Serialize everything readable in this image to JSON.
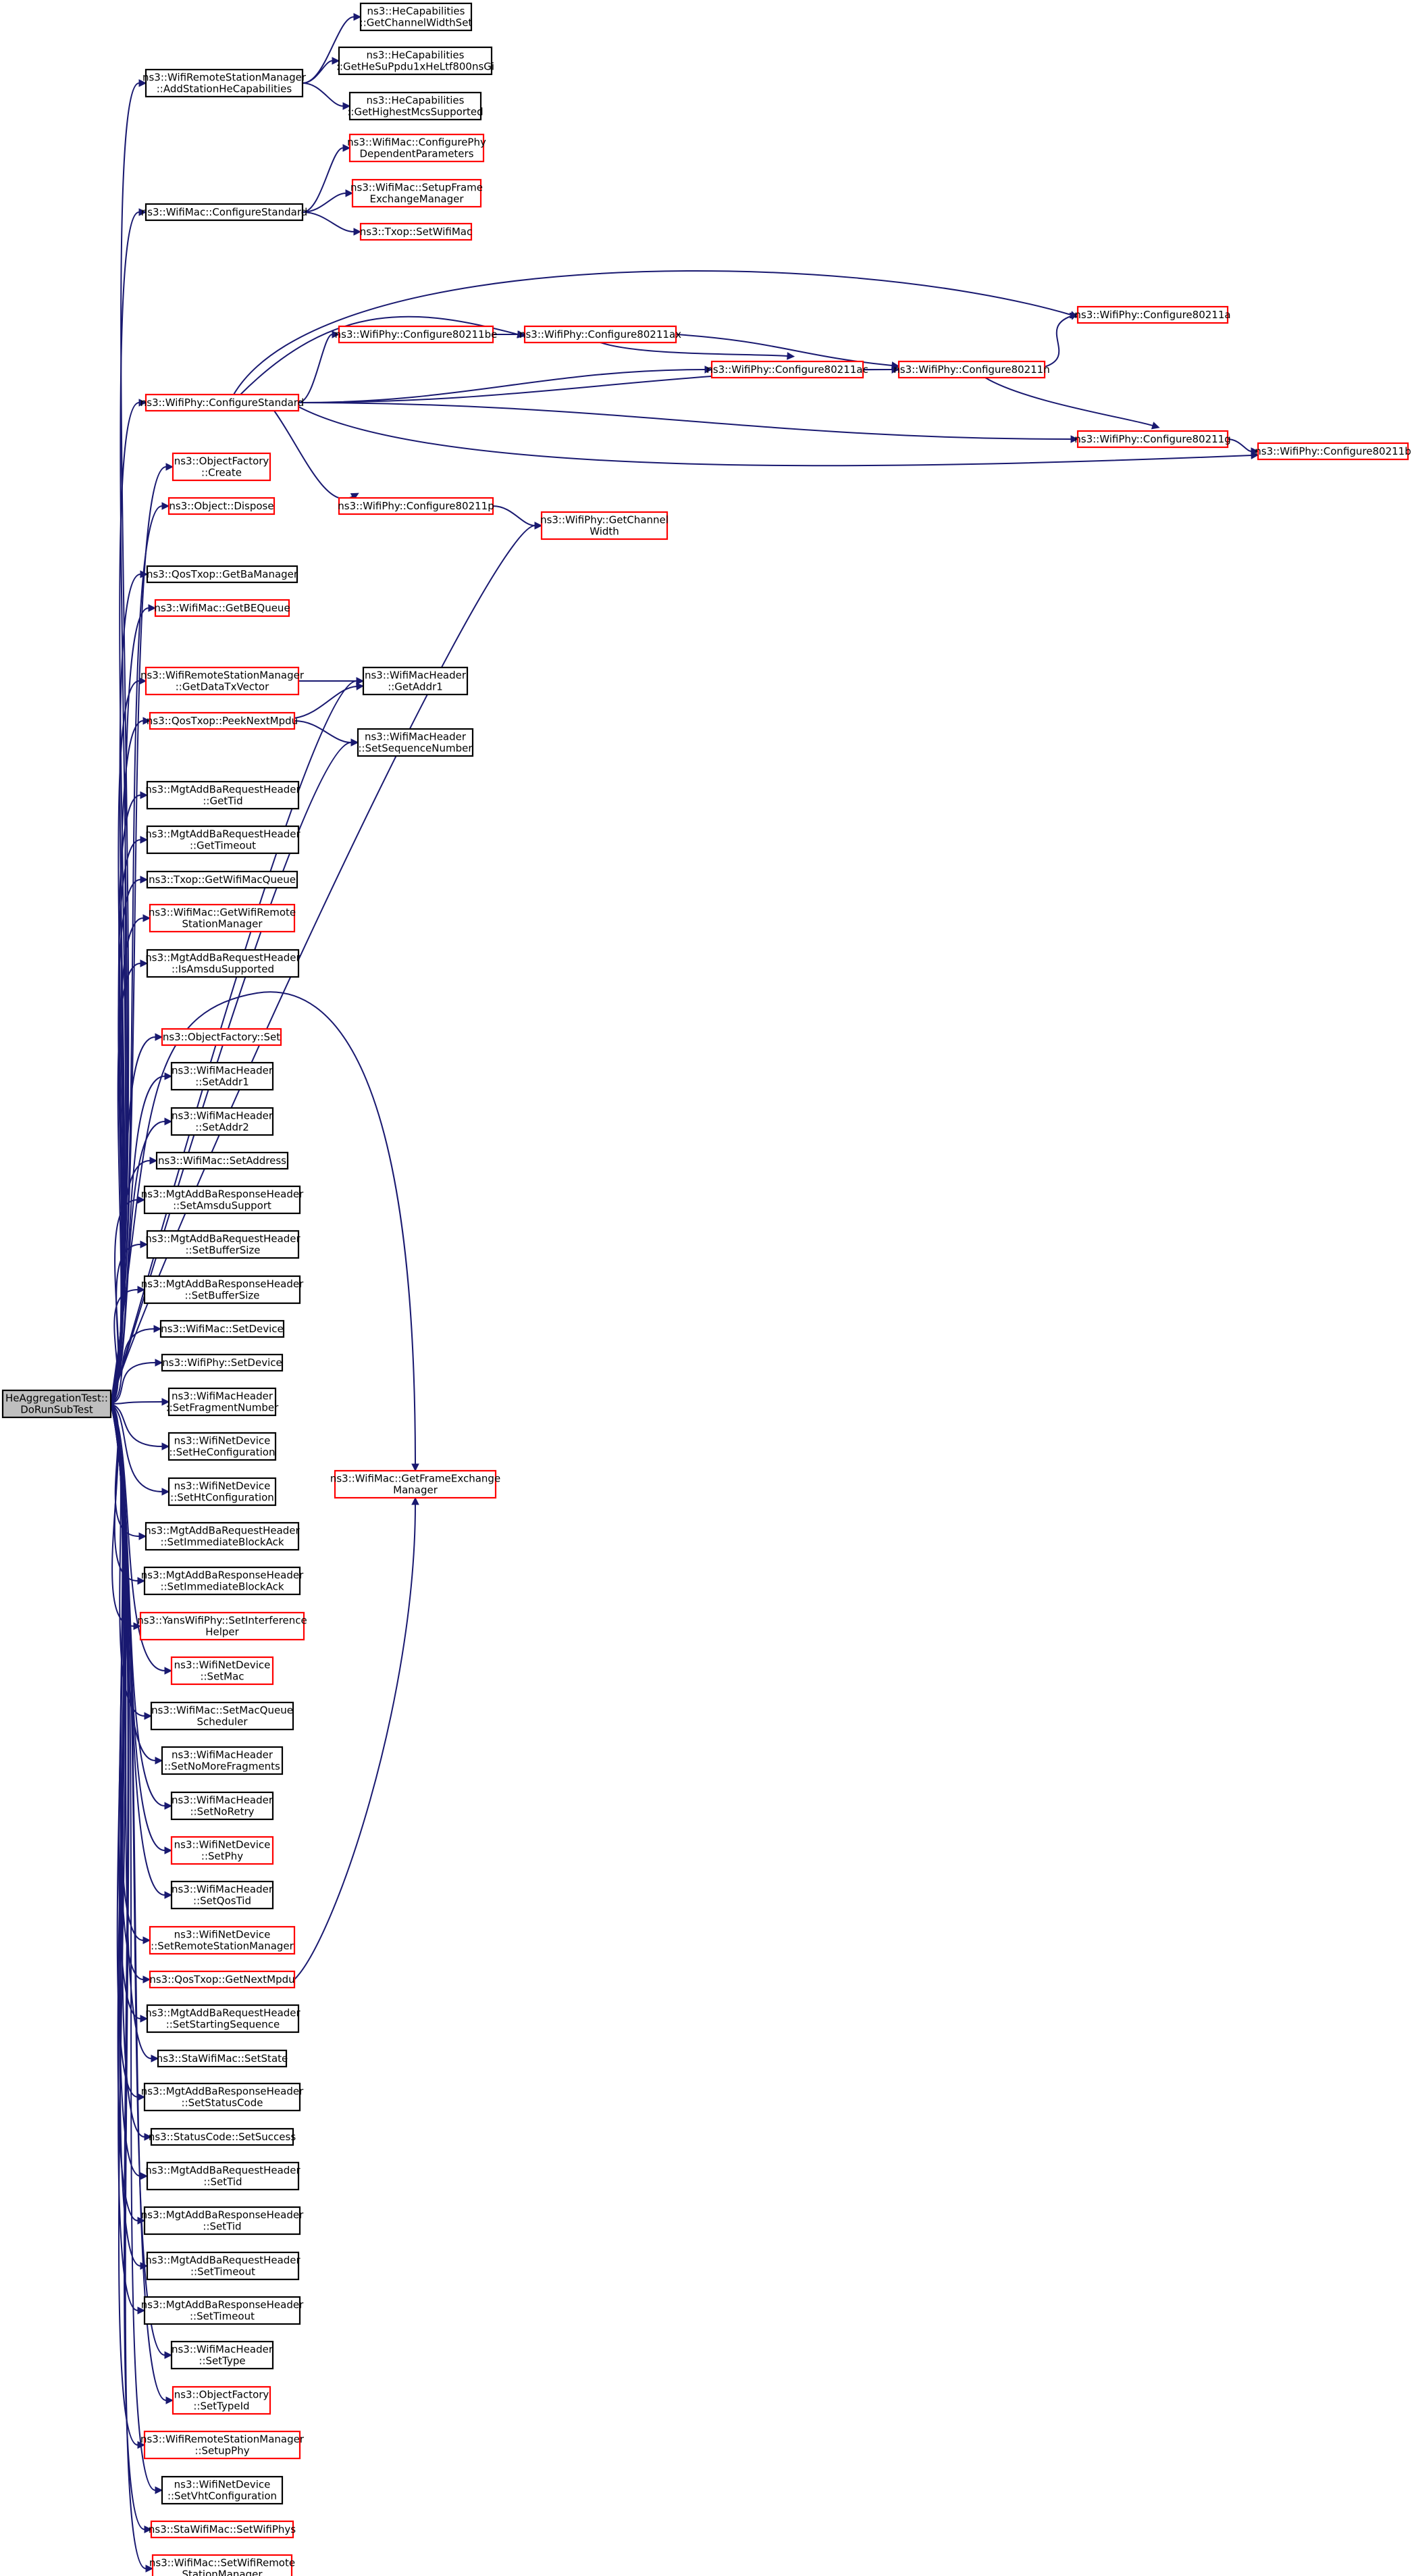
{
  "colors": {
    "edge": "#191970",
    "box_plain": "#000000",
    "box_red": "#ff0000",
    "root_fill": "#bfbfbf"
  },
  "nodes": [
    {
      "id": "root",
      "lines": [
        "HeAggregationTest::",
        "DoRunSubTest"
      ],
      "color": "root"
    },
    {
      "id": "n1",
      "lines": [
        "ns3::HeCapabilities",
        "::GetChannelWidthSet"
      ],
      "color": "black"
    },
    {
      "id": "n2",
      "lines": [
        "ns3::WifiRemoteStationManager",
        "::AddStationHeCapabilities"
      ],
      "color": "black"
    },
    {
      "id": "n3",
      "lines": [
        "ns3::HeCapabilities",
        "::GetHeSuPpdu1xHeLtf800nsGi"
      ],
      "color": "black"
    },
    {
      "id": "n4",
      "lines": [
        "ns3::HeCapabilities",
        "::GetHighestMcsSupported"
      ],
      "color": "black"
    },
    {
      "id": "n5",
      "lines": [
        "ns3::WifiMac::ConfigurePhy",
        "DependentParameters"
      ],
      "color": "red"
    },
    {
      "id": "n6",
      "lines": [
        "ns3::WifiMac::ConfigureStandard"
      ],
      "color": "black"
    },
    {
      "id": "n7",
      "lines": [
        "ns3::WifiMac::SetupFrame",
        "ExchangeManager"
      ],
      "color": "red"
    },
    {
      "id": "n8",
      "lines": [
        "ns3::Txop::SetWifiMac"
      ],
      "color": "red"
    },
    {
      "id": "n9",
      "lines": [
        "ns3::WifiPhy::Configure80211a"
      ],
      "color": "red"
    },
    {
      "id": "n10",
      "lines": [
        "ns3::WifiPhy::Configure80211be"
      ],
      "color": "red"
    },
    {
      "id": "n11",
      "lines": [
        "ns3::WifiPhy::Configure80211ax"
      ],
      "color": "red"
    },
    {
      "id": "n12",
      "lines": [
        "ns3::WifiPhy::Configure80211ac"
      ],
      "color": "red"
    },
    {
      "id": "n13",
      "lines": [
        "ns3::WifiPhy::Configure80211n"
      ],
      "color": "red"
    },
    {
      "id": "n14",
      "lines": [
        "ns3::WifiPhy::ConfigureStandard"
      ],
      "color": "red"
    },
    {
      "id": "n15",
      "lines": [
        "ns3::WifiPhy::Configure80211g"
      ],
      "color": "red"
    },
    {
      "id": "n16",
      "lines": [
        "ns3::WifiPhy::Configure80211b"
      ],
      "color": "red"
    },
    {
      "id": "n17",
      "lines": [
        "ns3::ObjectFactory",
        "::Create"
      ],
      "color": "red"
    },
    {
      "id": "n18",
      "lines": [
        "ns3::Object::Dispose"
      ],
      "color": "red"
    },
    {
      "id": "n19",
      "lines": [
        "ns3::WifiPhy::Configure80211p"
      ],
      "color": "red"
    },
    {
      "id": "n20",
      "lines": [
        "ns3::WifiPhy::GetChannel",
        "Width"
      ],
      "color": "red"
    },
    {
      "id": "n21",
      "lines": [
        "ns3::QosTxop::GetBaManager"
      ],
      "color": "black"
    },
    {
      "id": "n22",
      "lines": [
        "ns3::WifiMac::GetBEQueue"
      ],
      "color": "red"
    },
    {
      "id": "n23",
      "lines": [
        "ns3::WifiRemoteStationManager",
        "::GetDataTxVector"
      ],
      "color": "red"
    },
    {
      "id": "n24",
      "lines": [
        "ns3::WifiMacHeader",
        "::GetAddr1"
      ],
      "color": "black"
    },
    {
      "id": "n25",
      "lines": [
        "ns3::QosTxop::PeekNextMpdu"
      ],
      "color": "red"
    },
    {
      "id": "n26",
      "lines": [
        "ns3::WifiMacHeader",
        "::SetSequenceNumber"
      ],
      "color": "black"
    },
    {
      "id": "n27",
      "lines": [
        "ns3::MgtAddBaRequestHeader",
        "::GetTid"
      ],
      "color": "black"
    },
    {
      "id": "n28",
      "lines": [
        "ns3::MgtAddBaRequestHeader",
        "::GetTimeout"
      ],
      "color": "black"
    },
    {
      "id": "n29",
      "lines": [
        "ns3::Txop::GetWifiMacQueue"
      ],
      "color": "black"
    },
    {
      "id": "n30",
      "lines": [
        "ns3::WifiMac::GetWifiRemote",
        "StationManager"
      ],
      "color": "red"
    },
    {
      "id": "n31",
      "lines": [
        "ns3::MgtAddBaRequestHeader",
        "::IsAmsduSupported"
      ],
      "color": "black"
    },
    {
      "id": "n32",
      "lines": [
        "ns3::ObjectFactory::Set"
      ],
      "color": "red"
    },
    {
      "id": "n33",
      "lines": [
        "ns3::WifiMacHeader",
        "::SetAddr1"
      ],
      "color": "black"
    },
    {
      "id": "n34",
      "lines": [
        "ns3::WifiMacHeader",
        "::SetAddr2"
      ],
      "color": "black"
    },
    {
      "id": "n35",
      "lines": [
        "ns3::WifiMac::SetAddress"
      ],
      "color": "black"
    },
    {
      "id": "n36",
      "lines": [
        "ns3::MgtAddBaResponseHeader",
        "::SetAmsduSupport"
      ],
      "color": "black"
    },
    {
      "id": "n37",
      "lines": [
        "ns3::MgtAddBaRequestHeader",
        "::SetBufferSize"
      ],
      "color": "black"
    },
    {
      "id": "n38",
      "lines": [
        "ns3::MgtAddBaResponseHeader",
        "::SetBufferSize"
      ],
      "color": "black"
    },
    {
      "id": "n39",
      "lines": [
        "ns3::WifiMac::SetDevice"
      ],
      "color": "black"
    },
    {
      "id": "n40",
      "lines": [
        "ns3::WifiPhy::SetDevice"
      ],
      "color": "black"
    },
    {
      "id": "n41",
      "lines": [
        "ns3::WifiMacHeader",
        "::SetFragmentNumber"
      ],
      "color": "black"
    },
    {
      "id": "n42",
      "lines": [
        "ns3::WifiNetDevice",
        "::SetHeConfiguration"
      ],
      "color": "black"
    },
    {
      "id": "n43",
      "lines": [
        "ns3::WifiMac::GetFrameExchange",
        "Manager"
      ],
      "color": "red"
    },
    {
      "id": "n44",
      "lines": [
        "ns3::WifiNetDevice",
        "::SetHtConfiguration"
      ],
      "color": "black"
    },
    {
      "id": "n45",
      "lines": [
        "ns3::MgtAddBaRequestHeader",
        "::SetImmediateBlockAck"
      ],
      "color": "black"
    },
    {
      "id": "n46",
      "lines": [
        "ns3::MgtAddBaResponseHeader",
        "::SetImmediateBlockAck"
      ],
      "color": "black"
    },
    {
      "id": "n47",
      "lines": [
        "ns3::YansWifiPhy::SetInterference",
        "Helper"
      ],
      "color": "red"
    },
    {
      "id": "n48",
      "lines": [
        "ns3::WifiNetDevice",
        "::SetMac"
      ],
      "color": "red"
    },
    {
      "id": "n49",
      "lines": [
        "ns3::WifiMac::SetMacQueue",
        "Scheduler"
      ],
      "color": "black"
    },
    {
      "id": "n50",
      "lines": [
        "ns3::WifiMacHeader",
        "::SetNoMoreFragments"
      ],
      "color": "black"
    },
    {
      "id": "n51",
      "lines": [
        "ns3::WifiMacHeader",
        "::SetNoRetry"
      ],
      "color": "black"
    },
    {
      "id": "n52",
      "lines": [
        "ns3::WifiNetDevice",
        "::SetPhy"
      ],
      "color": "red"
    },
    {
      "id": "n53",
      "lines": [
        "ns3::WifiMacHeader",
        "::SetQosTid"
      ],
      "color": "black"
    },
    {
      "id": "n54",
      "lines": [
        "ns3::WifiNetDevice",
        "::SetRemoteStationManager"
      ],
      "color": "red"
    },
    {
      "id": "n55",
      "lines": [
        "ns3::QosTxop::GetNextMpdu"
      ],
      "color": "red"
    },
    {
      "id": "n56",
      "lines": [
        "ns3::MgtAddBaRequestHeader",
        "::SetStartingSequence"
      ],
      "color": "black"
    },
    {
      "id": "n57",
      "lines": [
        "ns3::StaWifiMac::SetState"
      ],
      "color": "black"
    },
    {
      "id": "n58",
      "lines": [
        "ns3::MgtAddBaResponseHeader",
        "::SetStatusCode"
      ],
      "color": "black"
    },
    {
      "id": "n59",
      "lines": [
        "ns3::StatusCode::SetSuccess"
      ],
      "color": "black"
    },
    {
      "id": "n60",
      "lines": [
        "ns3::MgtAddBaRequestHeader",
        "::SetTid"
      ],
      "color": "black"
    },
    {
      "id": "n61",
      "lines": [
        "ns3::MgtAddBaResponseHeader",
        "::SetTid"
      ],
      "color": "black"
    },
    {
      "id": "n62",
      "lines": [
        "ns3::MgtAddBaRequestHeader",
        "::SetTimeout"
      ],
      "color": "black"
    },
    {
      "id": "n63",
      "lines": [
        "ns3::MgtAddBaResponseHeader",
        "::SetTimeout"
      ],
      "color": "black"
    },
    {
      "id": "n64",
      "lines": [
        "ns3::WifiMacHeader",
        "::SetType"
      ],
      "color": "black"
    },
    {
      "id": "n65",
      "lines": [
        "ns3::ObjectFactory",
        "::SetTypeId"
      ],
      "color": "red"
    },
    {
      "id": "n66",
      "lines": [
        "ns3::WifiRemoteStationManager",
        "::SetupPhy"
      ],
      "color": "red"
    },
    {
      "id": "n67",
      "lines": [
        "ns3::WifiNetDevice",
        "::SetVhtConfiguration"
      ],
      "color": "black"
    },
    {
      "id": "n68",
      "lines": [
        "ns3::StaWifiMac::SetWifiPhys"
      ],
      "color": "red"
    },
    {
      "id": "n69",
      "lines": [
        "ns3::WifiMac::SetWifiRemote",
        "StationManager"
      ],
      "color": "red"
    }
  ],
  "edges": [
    [
      "root",
      "n2"
    ],
    [
      "root",
      "n6"
    ],
    [
      "root",
      "n14"
    ],
    [
      "root",
      "n17"
    ],
    [
      "root",
      "n18"
    ],
    [
      "root",
      "n20"
    ],
    [
      "root",
      "n21"
    ],
    [
      "root",
      "n22"
    ],
    [
      "root",
      "n23"
    ],
    [
      "root",
      "n24"
    ],
    [
      "root",
      "n25"
    ],
    [
      "root",
      "n26"
    ],
    [
      "root",
      "n27"
    ],
    [
      "root",
      "n28"
    ],
    [
      "root",
      "n29"
    ],
    [
      "root",
      "n30"
    ],
    [
      "root",
      "n31"
    ],
    [
      "root",
      "n43"
    ],
    [
      "root",
      "n32"
    ],
    [
      "root",
      "n33"
    ],
    [
      "root",
      "n34"
    ],
    [
      "root",
      "n35"
    ],
    [
      "root",
      "n36"
    ],
    [
      "root",
      "n37"
    ],
    [
      "root",
      "n38"
    ],
    [
      "root",
      "n39"
    ],
    [
      "root",
      "n40"
    ],
    [
      "root",
      "n41"
    ],
    [
      "root",
      "n42"
    ],
    [
      "root",
      "n44"
    ],
    [
      "root",
      "n45"
    ],
    [
      "root",
      "n46"
    ],
    [
      "root",
      "n47"
    ],
    [
      "root",
      "n48"
    ],
    [
      "root",
      "n49"
    ],
    [
      "root",
      "n50"
    ],
    [
      "root",
      "n51"
    ],
    [
      "root",
      "n52"
    ],
    [
      "root",
      "n53"
    ],
    [
      "root",
      "n54"
    ],
    [
      "root",
      "n55"
    ],
    [
      "root",
      "n56"
    ],
    [
      "root",
      "n57"
    ],
    [
      "root",
      "n58"
    ],
    [
      "root",
      "n59"
    ],
    [
      "root",
      "n60"
    ],
    [
      "root",
      "n61"
    ],
    [
      "root",
      "n62"
    ],
    [
      "root",
      "n63"
    ],
    [
      "root",
      "n64"
    ],
    [
      "root",
      "n65"
    ],
    [
      "root",
      "n66"
    ],
    [
      "root",
      "n67"
    ],
    [
      "root",
      "n68"
    ],
    [
      "root",
      "n69"
    ],
    [
      "n2",
      "n1"
    ],
    [
      "n2",
      "n3"
    ],
    [
      "n2",
      "n4"
    ],
    [
      "n6",
      "n5"
    ],
    [
      "n6",
      "n7"
    ],
    [
      "n6",
      "n8"
    ],
    [
      "n14",
      "n9"
    ],
    [
      "n14",
      "n10"
    ],
    [
      "n14",
      "n11"
    ],
    [
      "n14",
      "n12"
    ],
    [
      "n14",
      "n13"
    ],
    [
      "n14",
      "n15"
    ],
    [
      "n14",
      "n16"
    ],
    [
      "n14",
      "n19"
    ],
    [
      "n10",
      "n11"
    ],
    [
      "n11",
      "n12"
    ],
    [
      "n11",
      "n13"
    ],
    [
      "n12",
      "n13"
    ],
    [
      "n13",
      "n9"
    ],
    [
      "n13",
      "n15"
    ],
    [
      "n15",
      "n16"
    ],
    [
      "n19",
      "n20"
    ],
    [
      "n23",
      "n24"
    ],
    [
      "n25",
      "n24"
    ],
    [
      "n25",
      "n26"
    ],
    [
      "n55",
      "n43"
    ]
  ]
}
